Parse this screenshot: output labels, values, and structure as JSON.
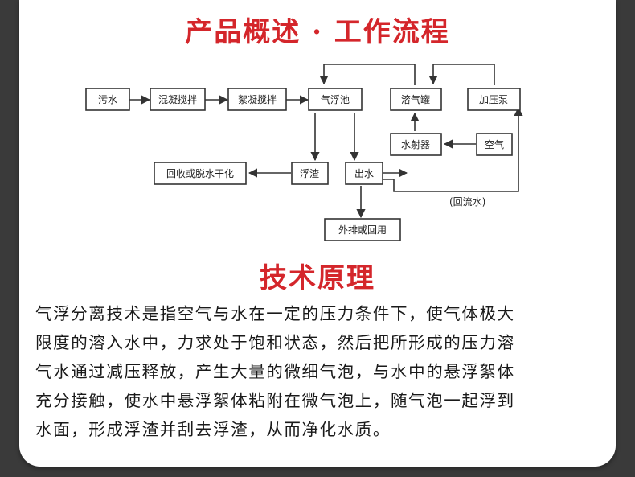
{
  "titles": {
    "overview": "产品概述 · 工作流程",
    "principle": "技术原理"
  },
  "flow": {
    "nodes": {
      "wushui": "污水",
      "hunning": "混凝搅拌",
      "xuning": "絮凝搅拌",
      "qifuchi": "气浮池",
      "rongqiguan": "溶气罐",
      "jiayabeng": "加压泵",
      "shuisheqi": "水射器",
      "kongqi": "空气",
      "huishou": "回收或脱水干化",
      "fuzha": "浮渣",
      "chushui": "出水",
      "waipai": "外排或回用"
    },
    "reflux_label": "(回流水)"
  },
  "principle": {
    "lines": [
      "气浮分离技术是指空气与水在一定的压力条件下，使气体极大",
      "限度的溶入水中，力求处于饱和状态，然后把所形成的压力溶",
      "气水通过减压释放，产生大量的微细气泡，与水中的悬浮絮体",
      "充分接触，使水中悬浮絮体粘附在微气泡上，随气泡一起浮到",
      "水面，形成浮渣并刮去浮渣，从而净化水质。"
    ]
  }
}
